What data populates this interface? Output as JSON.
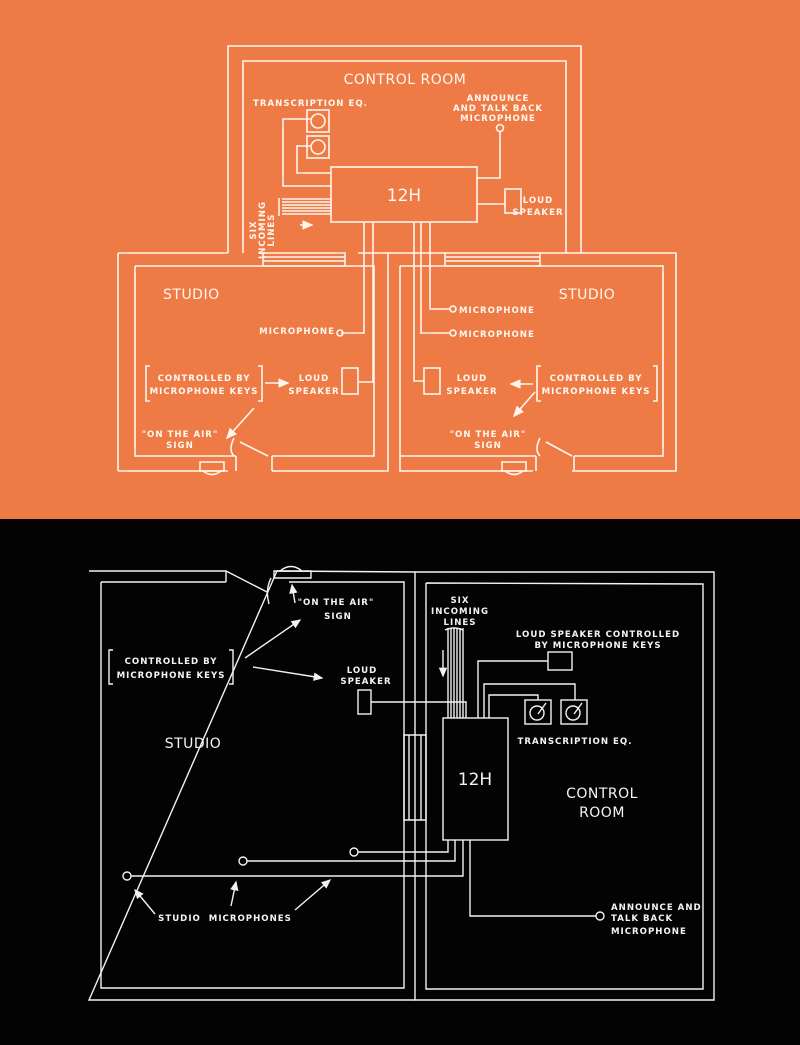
{
  "colors": {
    "top_background": "#ee7a45",
    "bottom_background": "#030303",
    "line": "#fff6ee"
  },
  "top_plan": {
    "control_room": "CONTROL ROOM",
    "transcription": "TRANSCRIPTION EQ.",
    "announce": [
      "ANNOUNCE",
      "AND TALK BACK",
      "MICROPHONE"
    ],
    "unit": "12H",
    "incoming": [
      "SIX",
      "INCOMING",
      "LINES"
    ],
    "speaker": [
      "LOUD",
      "SPEAKER"
    ],
    "left_studio": {
      "title": "STUDIO",
      "microphone": "MICROPHONE",
      "controlled": [
        "CONTROLLED BY",
        "MICROPHONE KEYS"
      ],
      "speaker": [
        "LOUD",
        "SPEAKER"
      ],
      "sign": [
        "\"ON THE AIR\"",
        "SIGN"
      ]
    },
    "right_studio": {
      "title": "STUDIO",
      "microphones": [
        "MICROPHONE",
        "MICROPHONE"
      ],
      "controlled": [
        "CONTROLLED BY",
        "MICROPHONE KEYS"
      ],
      "speaker": [
        "LOUD",
        "SPEAKER"
      ],
      "sign": [
        "\"ON THE AIR\"",
        "SIGN"
      ]
    }
  },
  "bottom_plan": {
    "sign": [
      "\"ON THE AIR\"",
      "SIGN"
    ],
    "controlled": [
      "CONTROLLED BY",
      "MICROPHONE KEYS"
    ],
    "speaker": [
      "LOUD",
      "SPEAKER"
    ],
    "studio": "STUDIO",
    "incoming": [
      "SIX",
      "INCOMING",
      "LINES"
    ],
    "cr_speaker": [
      "LOUD SPEAKER CONTROLLED",
      "BY MICROPHONE KEYS"
    ],
    "transcription": "TRANSCRIPTION EQ.",
    "unit": "12H",
    "control_room": [
      "CONTROL",
      "ROOM"
    ],
    "studio_mics": "STUDIO  MICROPHONES",
    "announce": [
      "ANNOUNCE AND",
      "TALK BACK",
      "MICROPHONE"
    ]
  }
}
